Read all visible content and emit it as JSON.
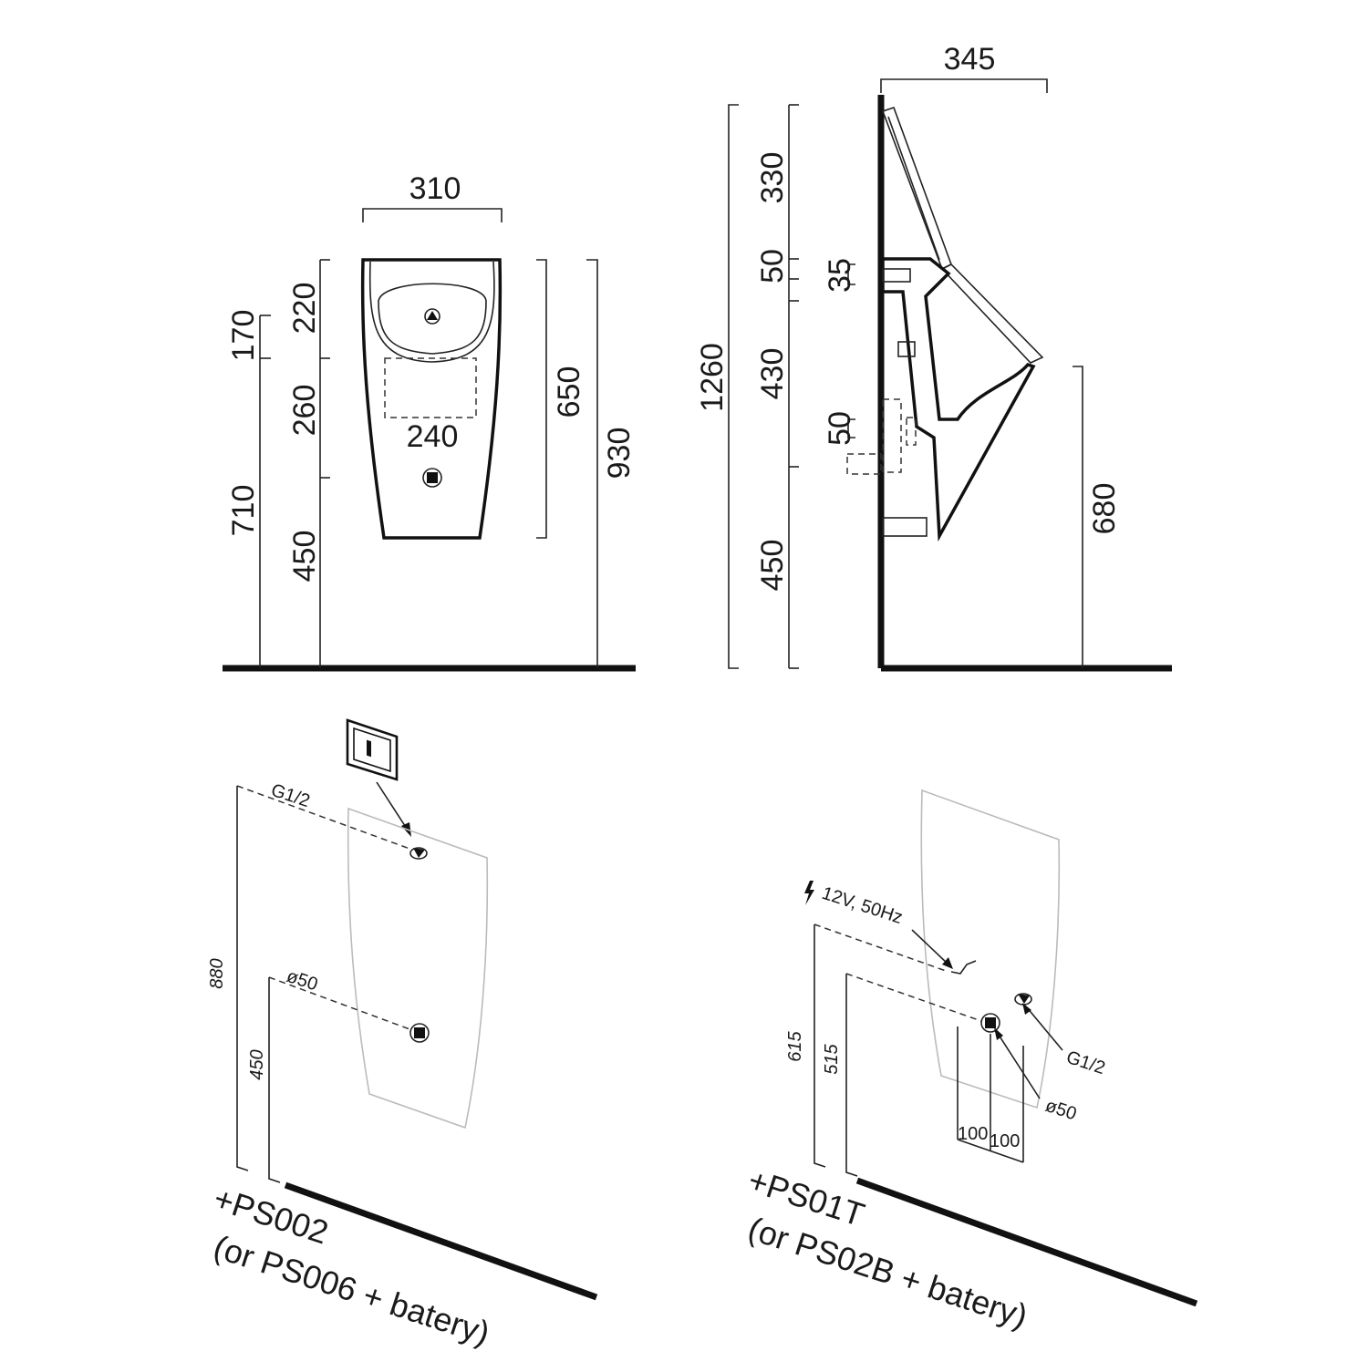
{
  "front_view": {
    "width_top": "310",
    "inner_width": "240",
    "left_dims": [
      "170",
      "710"
    ],
    "mid_dims": [
      "220",
      "260",
      "450"
    ],
    "right_dims": [
      "650",
      "930"
    ]
  },
  "side_view": {
    "depth_top": "345",
    "total_height": "1260",
    "stack_dims": [
      "330",
      "50",
      "430",
      "450"
    ],
    "inner_dims": [
      "35",
      "50"
    ],
    "right_dim": "680"
  },
  "install_left": {
    "inlet_label": "G1/2",
    "outlet_label": "ø50",
    "height_inlet": "880",
    "height_outlet": "450",
    "product_line1": "+PS002",
    "product_line2": "(or PS006 + batery)"
  },
  "install_right": {
    "power_label": "12V, 50Hz",
    "inlet_label": "G1/2",
    "outlet_label": "ø50",
    "height_power": "615",
    "height_outlet": "515",
    "spacing_a": "100",
    "spacing_b": "100",
    "product_line1": "+PS01T",
    "product_line2": "(or PS02B + batery)"
  },
  "icons": {
    "lightning": "lightning-icon",
    "flush_sensor": "flush-sensor-icon"
  }
}
